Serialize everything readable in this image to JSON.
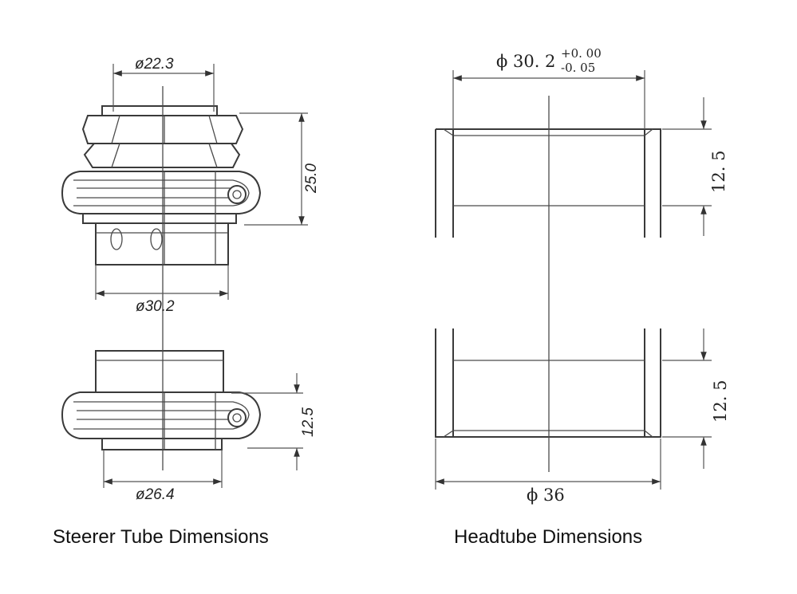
{
  "steerer": {
    "dim_top_diameter": "ø22.3",
    "dim_height": "25.0",
    "dim_mid_diameter": "ø30.2",
    "dim_bottom_height": "12.5",
    "dim_bottom_diameter": "ø26.4",
    "caption": "Steerer Tube Dimensions"
  },
  "headtube": {
    "dim_inner_diameter_base": "ϕ 30. 2",
    "dim_tol_upper": "+0. 00",
    "dim_tol_lower": "-0. 05",
    "dim_top_cup_depth": "12. 5",
    "dim_bottom_cup_depth": "12. 5",
    "dim_outer_diameter": "ϕ 36",
    "caption": "Headtube Dimensions"
  }
}
